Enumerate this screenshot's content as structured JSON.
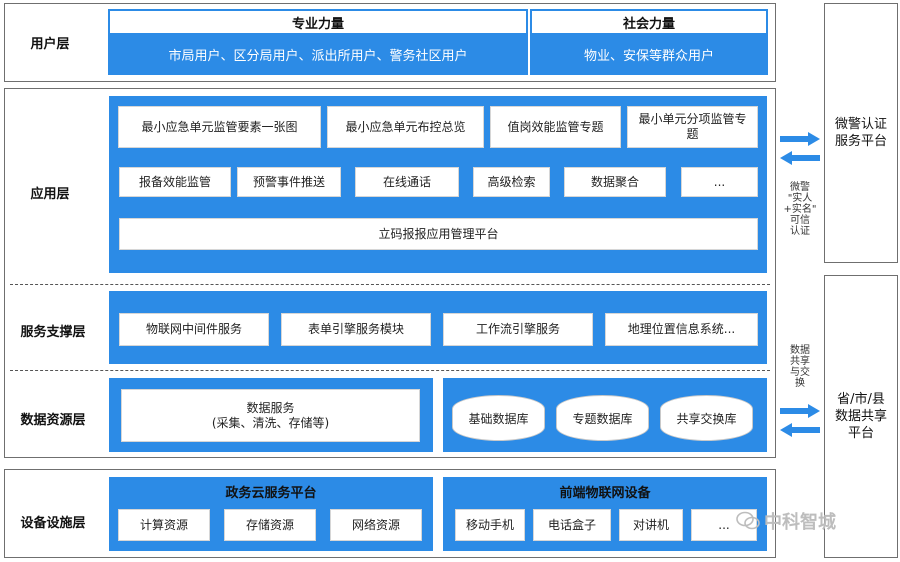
{
  "layers": {
    "user": "用户层",
    "application": "应用层",
    "service": "服务支撑层",
    "data": "数据资源层",
    "device": "设备设施层"
  },
  "user_layer": {
    "professional_title": "专业力量",
    "professional_users": "市局用户、区分局用户、派出所用户、警务社区用户",
    "social_title": "社会力量",
    "social_users": "物业、安保等群众用户"
  },
  "application_layer": {
    "row1": [
      "最小应急单元监管要素一张图",
      "最小应急单元布控总览",
      "值岗效能监管专题",
      "最小单元分项监管专题"
    ],
    "row2": [
      "报备效能监管",
      "预警事件推送",
      "在线通话",
      "高级检索",
      "数据聚合",
      "..."
    ],
    "platform": "立码报报应用管理平台"
  },
  "service_layer": {
    "items": [
      "物联网中间件服务",
      "表单引擎服务模块",
      "工作流引擎服务",
      "地理位置信息系统..."
    ]
  },
  "data_layer": {
    "service_title": "数据服务",
    "service_detail": "(采集、清洗、存储等)",
    "databases": [
      "基础数据库",
      "专题数据库",
      "共享交换库"
    ]
  },
  "device_layer": {
    "cloud_title": "政务云服务平台",
    "cloud_items": [
      "计算资源",
      "存储资源",
      "网络资源"
    ],
    "iot_title": "前端物联网设备",
    "iot_items": [
      "移动手机",
      "电话盒子",
      "对讲机",
      "..."
    ]
  },
  "right_side": {
    "auth_platform": "微警认证服务平台",
    "auth_note": "微警\n\"实人\n+实名\"\n可信\n认证",
    "share_platform": "省/市/县数据共享平台",
    "share_note": "数据\n共享\n与交\n换"
  },
  "watermark": "中科智城",
  "colors": {
    "accent_blue": "#2c8be6",
    "border_gray": "#6f6f6f",
    "background": "#ffffff"
  }
}
